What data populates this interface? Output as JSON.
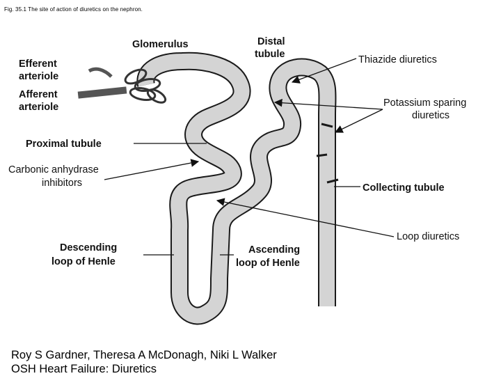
{
  "caption": "Fig. 35.1 The site of action of diuretics on the nephron.",
  "labels": {
    "glomerulus": "Glomerulus",
    "efferent_1": "Efferent",
    "efferent_2": "arteriole",
    "afferent_1": "Afferent",
    "afferent_2": "arteriole",
    "proximal": "Proximal tubule",
    "carbonic_1": "Carbonic anhydrase",
    "carbonic_2": "inhibitors",
    "descending_1": "Descending",
    "descending_2": "loop of Henle",
    "ascending_1": "Ascending",
    "ascending_2": "loop of Henle",
    "distal_1": "Distal",
    "distal_2": "tubule",
    "thiazide": "Thiazide diuretics",
    "potassium_1": "Potassium sparing",
    "potassium_2": "diuretics",
    "collecting": "Collecting tubule",
    "loop_diuretics": "Loop diuretics"
  },
  "credit": {
    "line1": "Roy S Gardner, Theresa A McDonagh, Niki L Walker",
    "line2": "OSH Heart Failure: Diuretics"
  },
  "colors": {
    "tubule_fill": "#d4d4d4",
    "outline": "#1a1a1a",
    "arteriole": "#555555"
  }
}
